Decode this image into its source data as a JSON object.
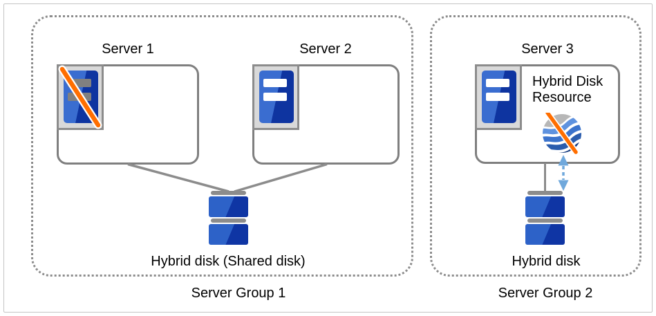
{
  "group1": {
    "label": "Server Group 1",
    "server1": {
      "title": "Server 1",
      "status": "down"
    },
    "server2": {
      "title": "Server 2",
      "status": "up"
    },
    "disk_label": "Hybrid disk (Shared disk)"
  },
  "group2": {
    "label": "Server Group 2",
    "server3": {
      "title": "Server 3",
      "status": "up"
    },
    "resource_label": "Hybrid Disk Resource",
    "resource_status": "down",
    "disk_label": "Hybrid disk"
  },
  "icons": {
    "server_up": "server-tower-icon",
    "server_down": "server-tower-slashed-icon",
    "disk": "disk-stack-icon",
    "resource_down": "globe-slashed-icon",
    "sync": "vertical-double-arrow-dashed-icon"
  },
  "colors": {
    "box_border": "#7f7f7f",
    "dotted_border": "#8c8c8c",
    "icon_frame_bg": "#d9d9d9",
    "server_blue_light": "#3a6dd0",
    "server_blue_dark": "#0e34a0",
    "disk_blue_light": "#2d62c8",
    "disk_blue_dark": "#0f35a4",
    "bar_gray": "#808080",
    "slash_orange": "#ff6e00",
    "arrow_blue": "#6fa8dc",
    "globe_gray": "#b7b7b7",
    "globe_blue_1": "#5e92df",
    "globe_blue_2": "#3b73cc",
    "globe_blue_3": "#2a5cad",
    "globe_navy": "#143a7f"
  }
}
